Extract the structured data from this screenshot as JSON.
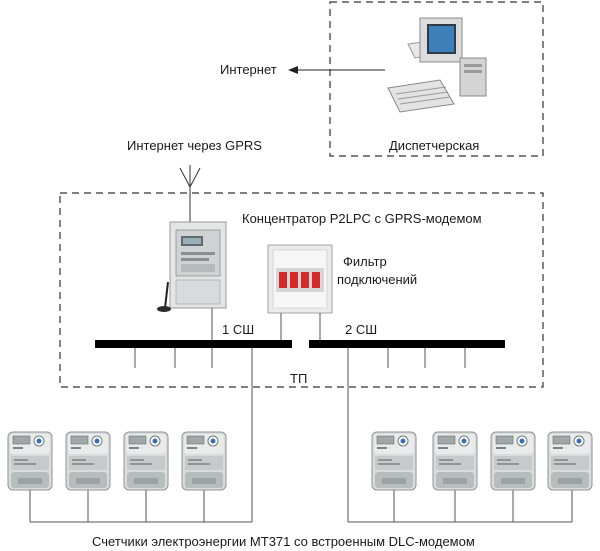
{
  "labels": {
    "internet": "Интернет",
    "dispatch": "Диспетчерская",
    "internet_gprs": "Интернет через GPRS",
    "concentrator": "Концентратор P2LPC с GPRS-модемом",
    "filter_line1": "Фильтр",
    "filter_line2": "подключений",
    "bus1": "1 СШ",
    "bus2": "2 СШ",
    "substation": "ТП",
    "meters": "Счетчики электроэнергии MT371 со встроенным DLC-модемом"
  },
  "icons": [
    "computer-icon",
    "antenna-icon",
    "concentrator-icon",
    "breaker-panel-icon",
    "electricity-meter-icon"
  ],
  "meter_groups": [
    {
      "name": "left",
      "count": 4
    },
    {
      "name": "right",
      "count": 4
    }
  ]
}
